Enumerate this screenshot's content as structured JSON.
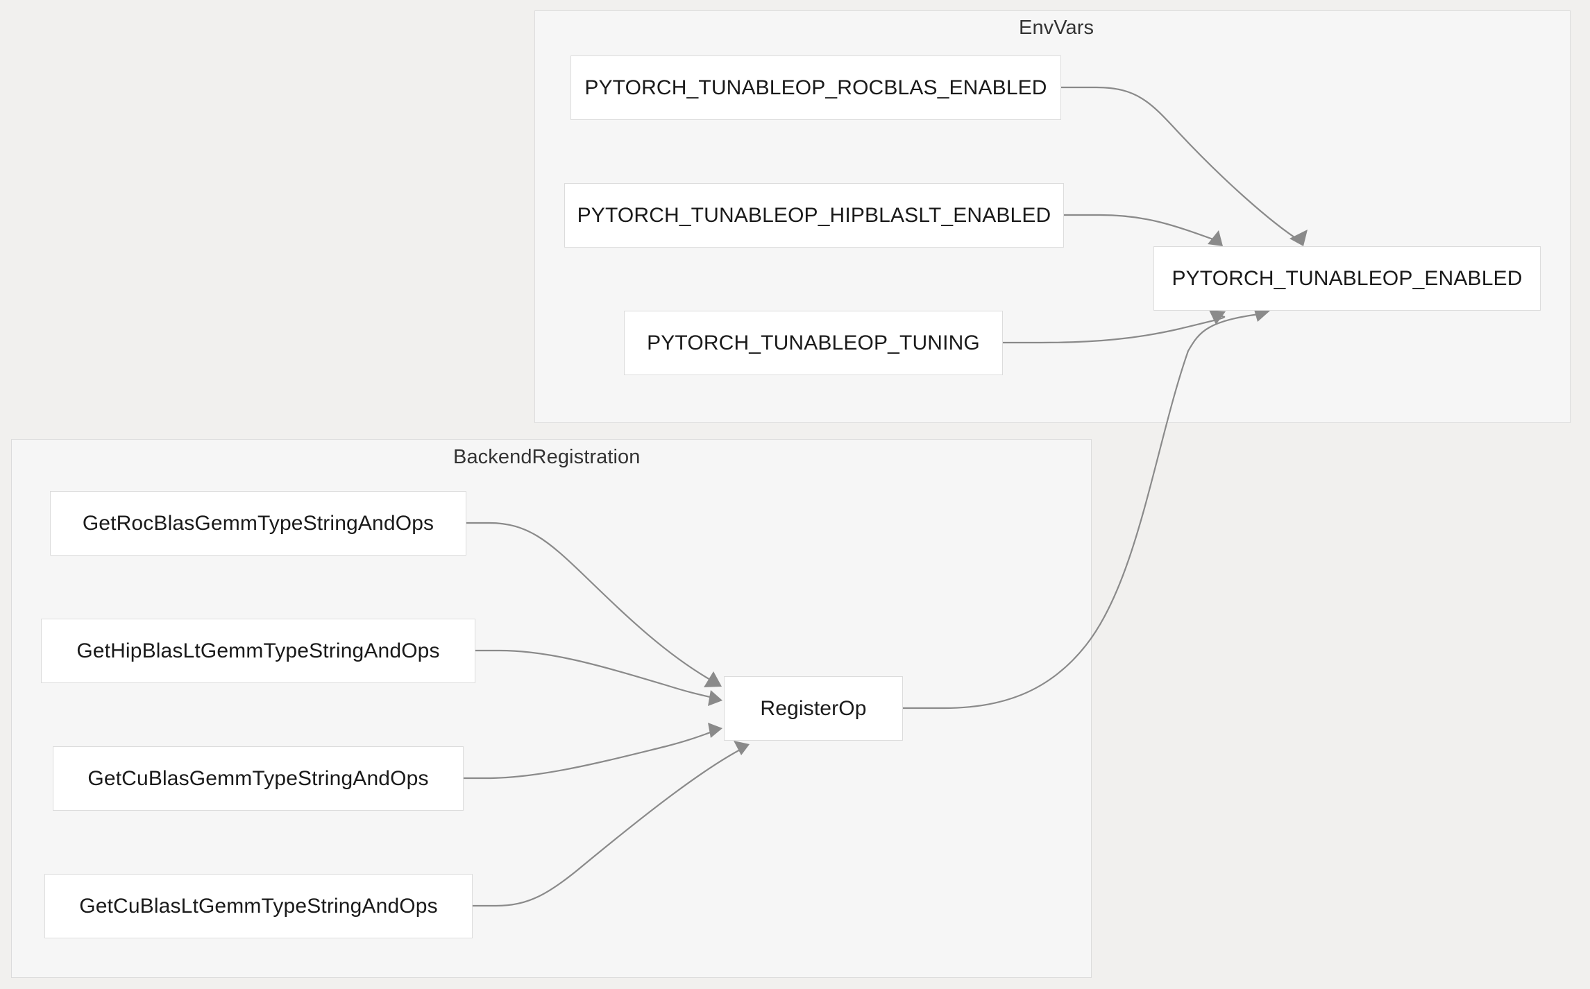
{
  "diagram": {
    "type": "flowchart",
    "background_color": "#f1f0ee",
    "cluster_background_color": "#f6f6f6",
    "node_background_color": "#ffffff",
    "border_color": "#dcdcdc",
    "edge_color": "#8a8a8a",
    "text_color": "#1a1a1a"
  },
  "clusters": [
    {
      "id": "envvars",
      "label": "EnvVars",
      "nodes": [
        "PYTORCH_TUNABLEOP_ROCBLAS_ENABLED",
        "PYTORCH_TUNABLEOP_HIPBLASLT_ENABLED",
        "PYTORCH_TUNABLEOP_TUNING",
        "PYTORCH_TUNABLEOP_ENABLED"
      ]
    },
    {
      "id": "backendregistration",
      "label": "BackendRegistration",
      "nodes": [
        "GetRocBlasGemmTypeStringAndOps",
        "GetHipBlasLtGemmTypeStringAndOps",
        "GetCuBlasGemmTypeStringAndOps",
        "GetCuBlasLtGemmTypeStringAndOps",
        "RegisterOp"
      ]
    }
  ],
  "nodes": {
    "rocblas_enabled": "PYTORCH_TUNABLEOP_ROCBLAS_ENABLED",
    "hipblaslt_enabled": "PYTORCH_TUNABLEOP_HIPBLASLT_ENABLED",
    "tuning": "PYTORCH_TUNABLEOP_TUNING",
    "tunableop_enabled": "PYTORCH_TUNABLEOP_ENABLED",
    "get_rocblas": "GetRocBlasGemmTypeStringAndOps",
    "get_hipblaslt": "GetHipBlasLtGemmTypeStringAndOps",
    "get_cublas": "GetCuBlasGemmTypeStringAndOps",
    "get_cublaslt": "GetCuBlasLtGemmTypeStringAndOps",
    "registerop": "RegisterOp"
  },
  "edges": [
    {
      "from": "PYTORCH_TUNABLEOP_ROCBLAS_ENABLED",
      "to": "PYTORCH_TUNABLEOP_ENABLED"
    },
    {
      "from": "PYTORCH_TUNABLEOP_HIPBLASLT_ENABLED",
      "to": "PYTORCH_TUNABLEOP_ENABLED"
    },
    {
      "from": "PYTORCH_TUNABLEOP_TUNING",
      "to": "PYTORCH_TUNABLEOP_ENABLED"
    },
    {
      "from": "GetRocBlasGemmTypeStringAndOps",
      "to": "RegisterOp"
    },
    {
      "from": "GetHipBlasLtGemmTypeStringAndOps",
      "to": "RegisterOp"
    },
    {
      "from": "GetCuBlasGemmTypeStringAndOps",
      "to": "RegisterOp"
    },
    {
      "from": "GetCuBlasLtGemmTypeStringAndOps",
      "to": "RegisterOp"
    },
    {
      "from": "RegisterOp",
      "to": "PYTORCH_TUNABLEOP_ENABLED"
    }
  ]
}
